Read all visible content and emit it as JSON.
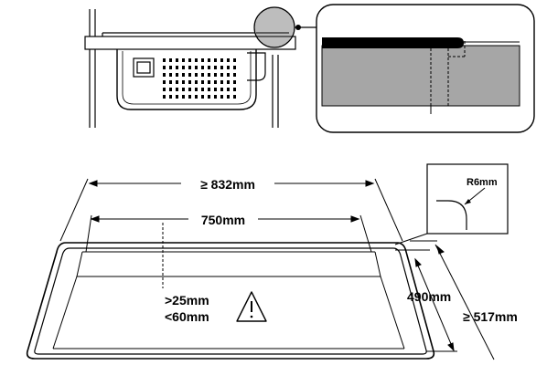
{
  "dimensions": {
    "outer_width": "≥ 832mm",
    "inner_width": "750mm",
    "depth_inner": "490mm",
    "depth_outer": "≥ 517mm",
    "clearance_min": ">25mm",
    "clearance_max": "<60mm",
    "corner_radius": "R6mm"
  },
  "icons": {
    "warning": "warning-triangle-icon"
  },
  "colors": {
    "line": "#000000",
    "gray_fill": "#bdbdbd",
    "detail_fill": "#a6a6a6"
  }
}
